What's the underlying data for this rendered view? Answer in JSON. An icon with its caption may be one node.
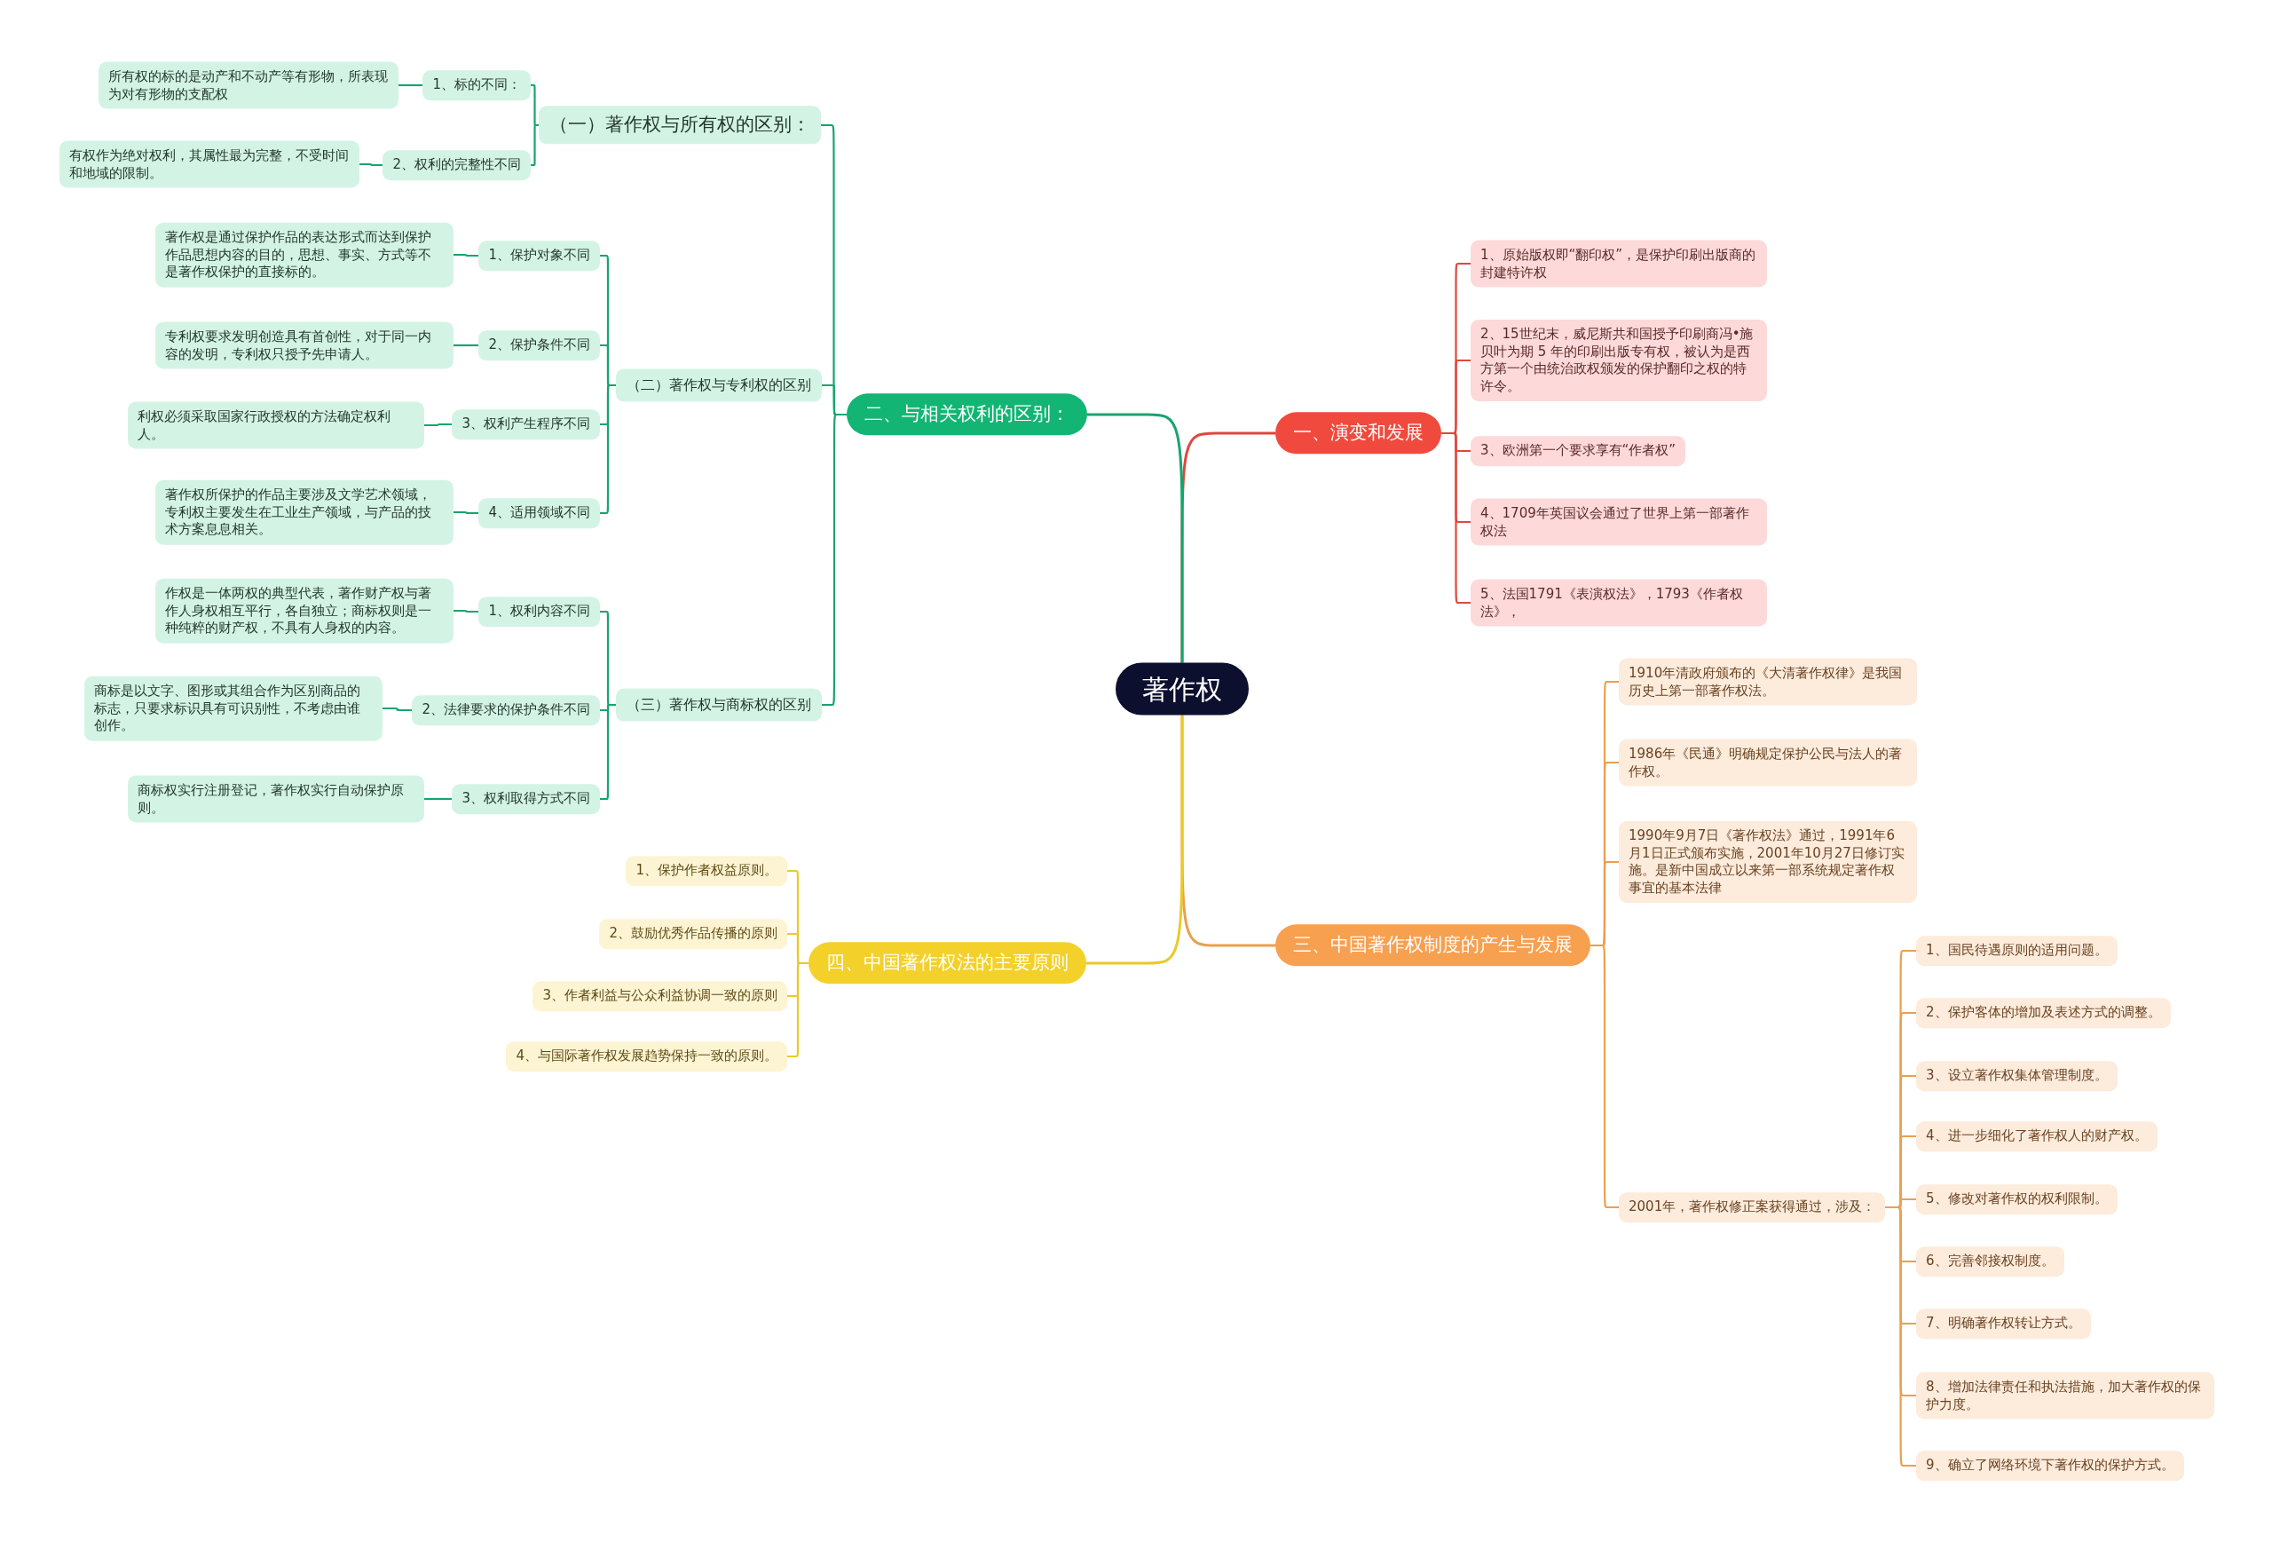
{
  "diagram": {
    "nodes": [
      {
        "text": [
          "著作权"
        ]
      },
      {
        "text": [
          "一、演变和发展"
        ]
      },
      {
        "text": [
          "1、原始版权即“翻印权”，是保护印刷出版商的封建特许权"
        ]
      },
      {
        "text": [
          "2、15世纪末，威尼斯共和国授予印刷商冯•施贝叶为期 5 年的印刷出版专有权，被认为是西方第一个由统治政权颁发的保护翻印之权的特许令。"
        ]
      },
      {
        "text": [
          "3、欧洲第一个要求享有“作者权”"
        ]
      },
      {
        "text": [
          "4、1709年英国议会通过了世界上第一部著作权法"
        ]
      },
      {
        "text": [
          "5、法国1791《表演权法》，1793《作者权法》，"
        ]
      },
      {
        "text": [
          "二、与相关权利的区别："
        ]
      },
      {
        "text": [
          "（一）著作权与所有权的区别："
        ]
      },
      {
        "text": [
          "1、标的不同："
        ]
      },
      {
        "text": [
          "所有权的标的是动产和不动产等有形物，所表现为对有形物的支配权"
        ]
      },
      {
        "text": [
          "2、权利的完整性不同"
        ]
      },
      {
        "text": [
          "有权作为绝对权利，其属性最为完整，不受时间和地域的限制。"
        ]
      },
      {
        "text": [
          "（二）著作权与专利权的区别"
        ]
      },
      {
        "text": [
          "1、保护对象不同"
        ]
      },
      {
        "text": [
          "著作权是通过保护作品的表达形式而达到保护作品思想内容的目的，思想、事实、方式等不是著作权保护的直接标的。"
        ]
      },
      {
        "text": [
          "2、保护条件不同"
        ]
      },
      {
        "text": [
          "专利权要求发明创造具有首创性，对于同一内容的发明，专利权只授予先申请人。"
        ]
      },
      {
        "text": [
          "3、权利产生程序不同"
        ]
      },
      {
        "text": [
          "利权必须采取国家行政授权的方法确定权利人。"
        ]
      },
      {
        "text": [
          "4、适用领域不同"
        ]
      },
      {
        "text": [
          "著作权所保护的作品主要涉及文学艺术领域，专利权主要发生在工业生产领域，与产品的技术方案息息相关。"
        ]
      },
      {
        "text": [
          "（三）著作权与商标权的区别"
        ]
      },
      {
        "text": [
          "1、权利内容不同"
        ]
      },
      {
        "text": [
          "作权是一体两权的典型代表，著作财产权与著作人身权相互平行，各自独立；商标权则是一种纯粹的财产权，不具有人身权的内容。"
        ]
      },
      {
        "text": [
          "2、法律要求的保护条件不同"
        ]
      },
      {
        "text": [
          "商标是以文字、图形或其组合作为区别商品的标志，只要求标识具有可识别性，不考虑由谁创作。"
        ]
      },
      {
        "text": [
          "3、权利取得方式不同"
        ]
      },
      {
        "text": [
          "商标权实行注册登记，著作权实行自动保护原则。"
        ]
      },
      {
        "text": [
          "三、中国著作权制度的产生与发展"
        ]
      },
      {
        "text": [
          "1910年清政府颁布的《大清著作权律》是我国历史上第一部著作权法。"
        ]
      },
      {
        "text": [
          "1986年《民通》明确规定保护公民与法人的著作权。"
        ]
      },
      {
        "text": [
          "1990年9月7日《著作权法》通过，1991年6月1日正式颁布实施，2001年10月27日修订实施。是新中国成立以来第一部系统规定著作权事宜的基本法律"
        ]
      },
      {
        "text": [
          "2001年，著作权修正案获得通过，涉及："
        ]
      },
      {
        "text": [
          "1、国民待遇原则的适用问题。"
        ]
      },
      {
        "text": [
          "2、保护客体的增加及表述方式的调整。"
        ]
      },
      {
        "text": [
          "3、设立著作权集体管理制度。"
        ]
      },
      {
        "text": [
          "4、进一步细化了著作权人的财产权。"
        ]
      },
      {
        "text": [
          "5、修改对著作权的权利限制。"
        ]
      },
      {
        "text": [
          "6、完善邻接权制度。"
        ]
      },
      {
        "text": [
          "7、明确著作权转让方式。"
        ]
      },
      {
        "text": [
          "8、增加法律责任和执法措施，加大著作权的保护力度。"
        ]
      },
      {
        "text": [
          "9、确立了网络环境下著作权的保护方式。"
        ]
      },
      {
        "text": [
          "四、中国著作权法的主要原则"
        ]
      },
      {
        "text": [
          "1、保护作者权益原则。"
        ]
      },
      {
        "text": [
          "2、鼓励优秀作品传播的原则"
        ]
      },
      {
        "text": [
          "3、作者利益与公众利益协调一致的原则"
        ]
      },
      {
        "text": [
          "4、与国际著作权发展趋势保持一致的原则。"
        ]
      }
    ],
    "edges": [
      {
        "from": 0,
        "to": 1,
        "arrow": "none",
        "color": "#e0473d"
      },
      {
        "from": 1,
        "to": 2,
        "arrow": "none",
        "color": "#e0473d"
      },
      {
        "from": 1,
        "to": 3,
        "arrow": "none",
        "color": "#e0473d"
      },
      {
        "from": 1,
        "to": 4,
        "arrow": "none",
        "color": "#e0473d"
      },
      {
        "from": 1,
        "to": 5,
        "arrow": "none",
        "color": "#e0473d"
      },
      {
        "from": 1,
        "to": 6,
        "arrow": "none",
        "color": "#e0473d"
      },
      {
        "from": 0,
        "to": 7,
        "arrow": "none"
      },
      {
        "from": 7,
        "to": 8,
        "arrow": "none"
      },
      {
        "from": 8,
        "to": 9,
        "arrow": "none"
      },
      {
        "from": 9,
        "to": 10,
        "arrow": "none"
      },
      {
        "from": 8,
        "to": 11,
        "arrow": "none"
      },
      {
        "from": 11,
        "to": 12,
        "arrow": "none"
      },
      {
        "from": 7,
        "to": 13,
        "arrow": "none"
      },
      {
        "from": 13,
        "to": 14,
        "arrow": "none"
      },
      {
        "from": 14,
        "to": 15,
        "arrow": "none"
      },
      {
        "from": 13,
        "to": 16,
        "arrow": "none"
      },
      {
        "from": 16,
        "to": 17,
        "arrow": "none"
      },
      {
        "from": 13,
        "to": 18,
        "arrow": "none"
      },
      {
        "from": 18,
        "to": 19,
        "arrow": "none"
      },
      {
        "from": 13,
        "to": 20,
        "arrow": "none"
      },
      {
        "from": 20,
        "to": 21,
        "arrow": "none"
      },
      {
        "from": 7,
        "to": 22,
        "arrow": "none"
      },
      {
        "from": 22,
        "to": 23,
        "arrow": "none"
      },
      {
        "from": 23,
        "to": 24,
        "arrow": "none"
      },
      {
        "from": 22,
        "to": 25,
        "arrow": "none"
      },
      {
        "from": 25,
        "to": 26,
        "arrow": "none"
      },
      {
        "from": 22,
        "to": 27,
        "arrow": "none"
      },
      {
        "from": 27,
        "to": 28,
        "arrow": "none"
      },
      {
        "from": 0,
        "to": 29,
        "arrow": "none",
        "color": "#e9a050"
      },
      {
        "from": 29,
        "to": 30,
        "arrow": "none",
        "color": "#e9a050"
      },
      {
        "from": 29,
        "to": 31,
        "arrow": "none",
        "color": "#e9a050"
      },
      {
        "from": 29,
        "to": 32,
        "arrow": "none",
        "color": "#e9a050"
      },
      {
        "from": 29,
        "to": 33,
        "arrow": "none",
        "color": "#e9a050"
      },
      {
        "from": 33,
        "to": 34,
        "arrow": "none",
        "color": "#e9a050"
      },
      {
        "from": 33,
        "to": 35,
        "arrow": "none",
        "color": "#e9a050"
      },
      {
        "from": 33,
        "to": 36,
        "arrow": "none",
        "color": "#e9a050"
      },
      {
        "from": 33,
        "to": 37,
        "arrow": "none",
        "color": "#e9a050"
      },
      {
        "from": 33,
        "to": 38,
        "arrow": "none",
        "color": "#e9a050"
      },
      {
        "from": 33,
        "to": 39,
        "arrow": "none",
        "color": "#e9a050"
      },
      {
        "from": 33,
        "to": 40,
        "arrow": "none",
        "color": "#e9a050"
      },
      {
        "from": 33,
        "to": 41,
        "arrow": "none",
        "color": "#e9a050"
      },
      {
        "from": 33,
        "to": 42,
        "arrow": "none",
        "color": "#e9a050"
      },
      {
        "from": 0,
        "to": 43,
        "arrow": "none",
        "color": "#eac92a"
      },
      {
        "from": 43,
        "to": 44,
        "arrow": "none",
        "color": "#eac92a"
      },
      {
        "from": 43,
        "to": 45,
        "arrow": "none",
        "color": "#eac92a"
      },
      {
        "from": 43,
        "to": 46,
        "arrow": "none",
        "color": "#eac92a"
      },
      {
        "from": 43,
        "to": 47,
        "arrow": "none",
        "color": "#eac92a"
      }
    ]
  }
}
